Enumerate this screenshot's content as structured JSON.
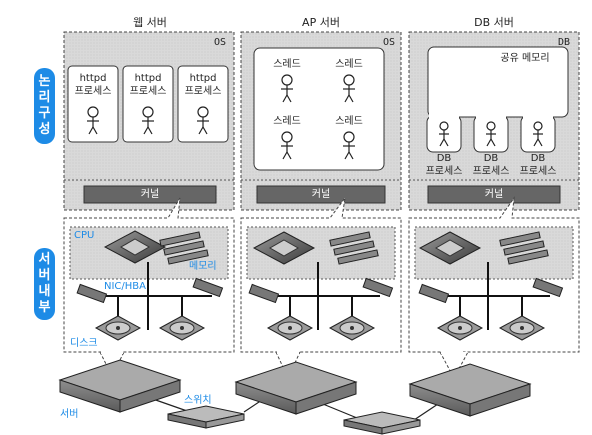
{
  "side_labels": {
    "logical": "논리 구성",
    "internal": "서버 내부"
  },
  "columns": [
    {
      "title": "웹 서버",
      "os": "OS",
      "kernel": "커널"
    },
    {
      "title": "AP 서버",
      "os": "OS",
      "kernel": "커널"
    },
    {
      "title": "DB 서버",
      "os": "DB",
      "kernel": "커널"
    }
  ],
  "web": {
    "process_name": "httpd",
    "process_label": "프로세스"
  },
  "ap": {
    "thread_label": "스레드"
  },
  "db": {
    "shared_memory": "공유 메모리",
    "process_name": "DB",
    "process_label": "프로세스"
  },
  "hardware": {
    "cpu": "CPU",
    "memory": "메모리",
    "nic": "NIC/HBA",
    "disk": "디스크"
  },
  "bottom": {
    "server": "서버",
    "switch": "스위치"
  }
}
